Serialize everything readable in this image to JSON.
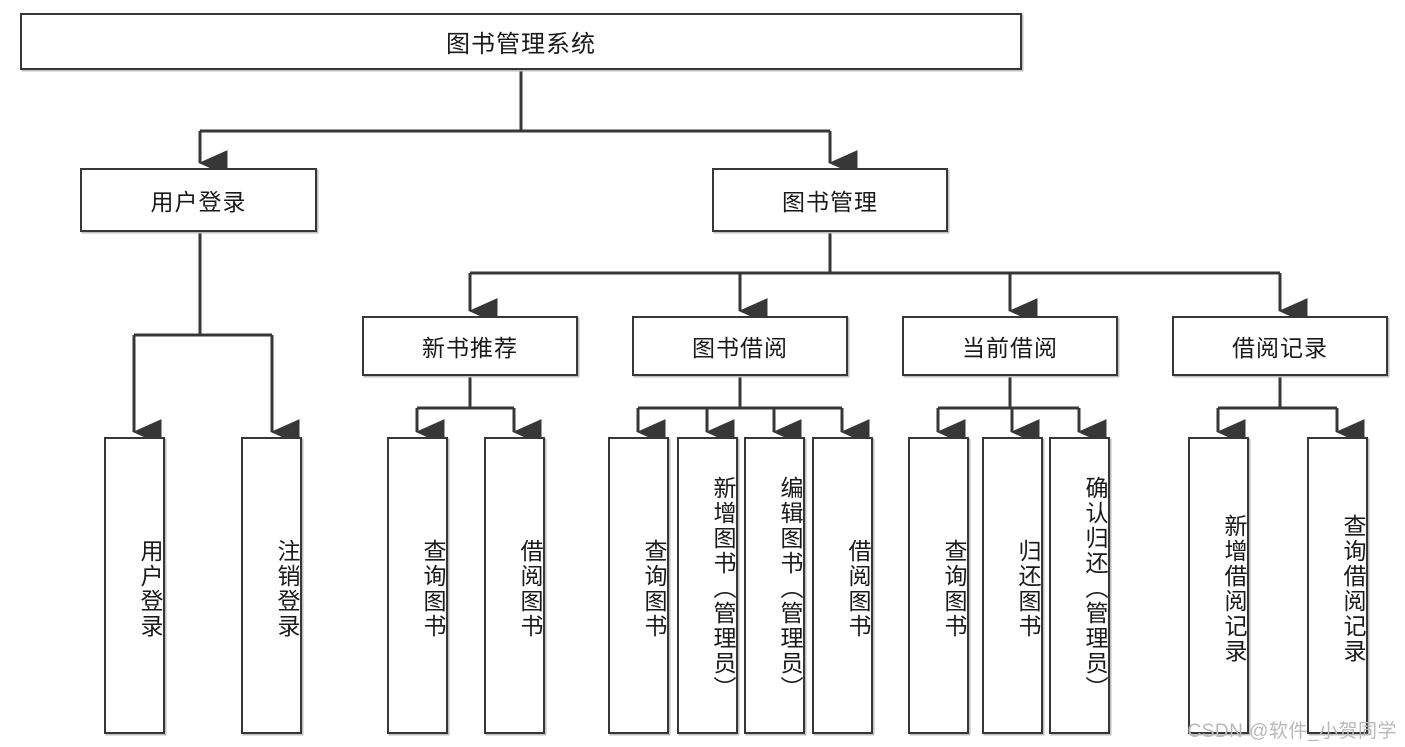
{
  "diagram": {
    "type": "tree-hierarchy-chart",
    "title": "图书管理系统",
    "stroke_color": "#373737",
    "background_color": "#ffffff",
    "levels": 4,
    "root": {
      "label": "图书管理系统"
    },
    "level2": [
      {
        "label": "用户登录"
      },
      {
        "label": "图书管理"
      }
    ],
    "level3": [
      {
        "label": "新书推荐"
      },
      {
        "label": "图书借阅"
      },
      {
        "label": "当前借阅"
      },
      {
        "label": "借阅记录"
      }
    ],
    "leaves": {
      "user_login": [
        {
          "label": "用户登录"
        },
        {
          "label": "注销登录"
        }
      ],
      "new_book_recommend": [
        {
          "label": "查询图书"
        },
        {
          "label": "借阅图书"
        }
      ],
      "book_borrow": [
        {
          "label": "查询图书"
        },
        {
          "label": "新增图书（管理员）"
        },
        {
          "label": "编辑图书（管理员）"
        },
        {
          "label": "借阅图书"
        }
      ],
      "current_borrow": [
        {
          "label": "查询图书"
        },
        {
          "label": "归还图书"
        },
        {
          "label": "确认归还（管理员）"
        }
      ],
      "borrow_record": [
        {
          "label": "新增借阅记录"
        },
        {
          "label": "查询借阅记录"
        }
      ]
    }
  },
  "watermark": {
    "text": "CSDN @软件_小贺同学"
  }
}
